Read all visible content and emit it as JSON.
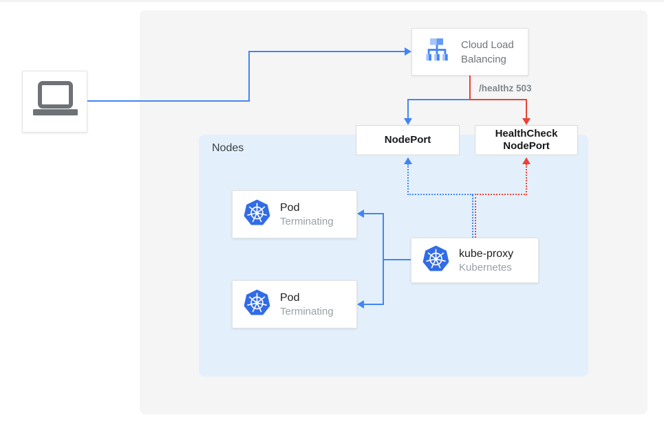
{
  "client": {
    "name": "laptop client"
  },
  "load_balancer": {
    "label": "Cloud Load Balancing"
  },
  "health_check": {
    "label": "/healthz 503"
  },
  "node_port": {
    "label": "NodePort"
  },
  "health_check_node_port": {
    "line1": "HealthCheck",
    "line2": "NodePort"
  },
  "nodes_group": {
    "label": "Nodes",
    "pods": [
      {
        "title": "Pod",
        "subtitle": "Terminating"
      },
      {
        "title": "Pod",
        "subtitle": "Terminating"
      }
    ],
    "kube_proxy": {
      "title": "kube-proxy",
      "subtitle": "Kubernetes"
    }
  },
  "colors": {
    "traffic_blue": "#4284f4",
    "health_red": "#ea4335",
    "kubernetes_blue": "#326ce5",
    "nodes_background": "#e3f0fc",
    "canvas_background": "#f5f5f5"
  }
}
